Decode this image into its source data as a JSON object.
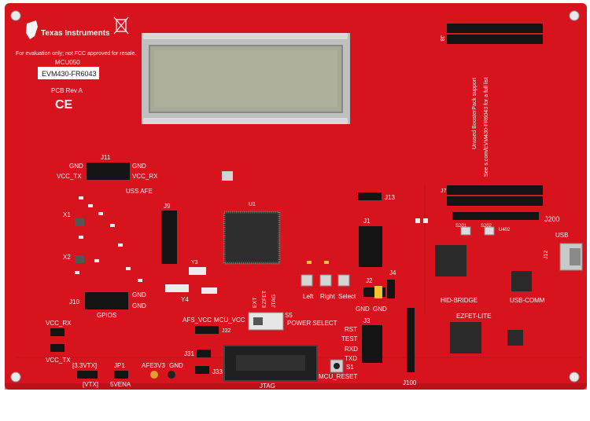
{
  "board": {
    "brand_name": "Texas Instruments",
    "notice": "For evaluation only; not FCC approved for resale.",
    "model_code": "MCU050",
    "model_label": "EVM430-FR6043",
    "revision": "PCB Rev A",
    "ce_mark": "CE",
    "support_note_line1": "Unused BoosterPack support",
    "support_note_line2": "See s.com/EVM430-FR6043 for a full list",
    "colors": {
      "pcb": "#d7141e",
      "silkscreen": "#f4f4f4",
      "lcd": "#a6a996",
      "header": "#141414"
    }
  },
  "silk_labels": {
    "j11": "J11",
    "gnd_j11_left": "GND",
    "gnd_j11_right": "GND",
    "vcc_tx": "VCC_TX",
    "vcc_rx": "VCC_RX",
    "uss_afe": "USS AFE",
    "x1": "X1",
    "x2": "X2",
    "j9": "J9",
    "j10": "J10",
    "gnd_j10_a": "GND",
    "gnd_j10_b": "GND",
    "gpios": "GPIOS",
    "vcc_rx_lower": "VCC_RX",
    "vcc_tx_lower": "VCC_TX",
    "v3_vtx": "[3.3VTX]",
    "vtx_lower": "[VTX]",
    "jp1": "JP1",
    "fivevena": "5VENA",
    "afe3v3": "AFE3V3",
    "gnd_afe": "GND",
    "afs_vcc": "AFS_VCC",
    "mcu_vcc": "MCU_VCC",
    "j31": "J31",
    "j32": "J32",
    "j33": "J33",
    "y3": "Y3",
    "y4": "Y4",
    "u1": "U1",
    "ext": "EXT",
    "ezfet": "EZFET",
    "jtag_sw": "JTAG",
    "s5": "S5",
    "power_select": "POWER SELECT",
    "jtag": "JTAG",
    "mcu_reset": "MCU_RESET",
    "s1": "S1",
    "j13": "J13",
    "j1": "J1",
    "j2": "J2",
    "j4": "J4",
    "j3": "J3",
    "left": "Left",
    "right": "Right",
    "select": "Select",
    "gnd_j2_a": "GND",
    "gnd_j2_b": "GND",
    "rst": "RST",
    "test": "TEST",
    "rxd": "RXD",
    "txd": "TXD",
    "j100": "J100",
    "hid_bridge": "HID-BRIDGE",
    "usb_comm": "USB-COMM",
    "ezfet_lite": "EZFET-LITE",
    "usb": "USB",
    "j12": "J12",
    "j200": "J200",
    "j7": "J7",
    "j8": "J8",
    "s201": "S201",
    "s202": "S202",
    "u402": "U402"
  }
}
